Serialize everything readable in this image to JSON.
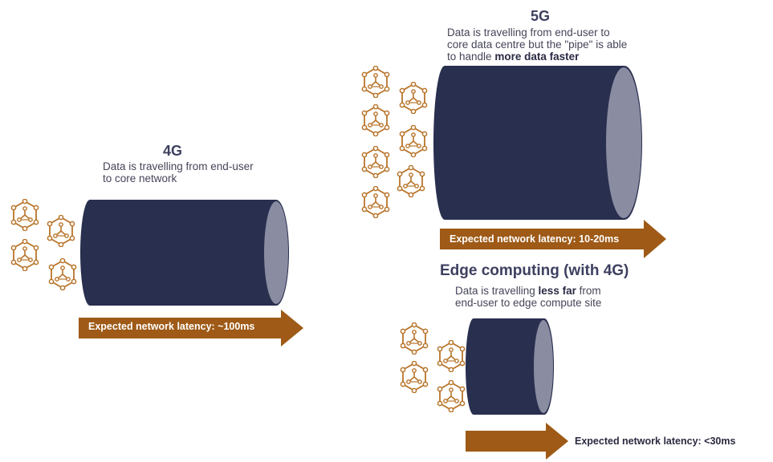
{
  "colors": {
    "pipe_body": "#292f4e",
    "pipe_end": "#8a8ca2",
    "arrow": "#9e5a16",
    "device": "#b8742a"
  },
  "icons": {
    "device": "user-device-icon"
  },
  "panel_4g": {
    "title": "4G",
    "desc_line1": "Data is travelling from end-user",
    "desc_line2": "to core network",
    "latency": "Expected network latency: ~100ms"
  },
  "panel_5g": {
    "title": "5G",
    "desc_line1": "Data is travelling from end-user to",
    "desc_line2": "core data centre but the \"pipe\" is able",
    "desc_line3_pre": "to handle ",
    "desc_line3_bold": "more data faster",
    "latency": "Expected network latency: 10-20ms"
  },
  "panel_edge": {
    "title": "Edge computing (with 4G)",
    "desc_line1_pre": "Data is travelling ",
    "desc_line1_bold": "less far",
    "desc_line1_post": " from",
    "desc_line2": "end-user to edge compute site",
    "latency": "Expected network latency: <30ms"
  }
}
